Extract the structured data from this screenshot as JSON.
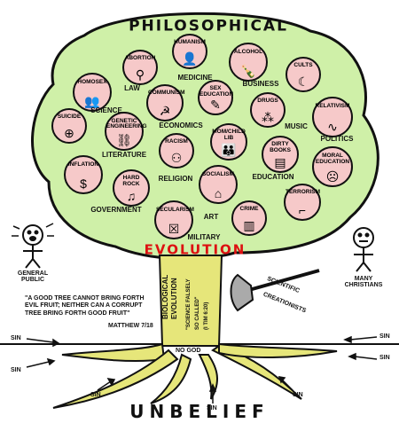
{
  "title": "PHILOSOPHICAL",
  "evolution": "EVOLUTION",
  "unbelief": "UNBELIEF",
  "fruits": [
    {
      "label": "HUMANISM",
      "icon": "humanism-icon",
      "glyph": "👤"
    },
    {
      "label": "ABORTION",
      "icon": "abortion-icon",
      "glyph": "⚲"
    },
    {
      "label": "ALCOHOL",
      "icon": "bottle-icon",
      "glyph": "🍾"
    },
    {
      "label": "CULTS",
      "icon": "moon-icon",
      "glyph": "☾"
    },
    {
      "label": "HOMOSEX",
      "icon": "two-people-icon",
      "glyph": "👥"
    },
    {
      "label": "COMMUNISM",
      "icon": "hammer-sickle-icon",
      "glyph": "☭"
    },
    {
      "label": "SEX EDUCATION",
      "icon": "syringe-icon",
      "glyph": "✎"
    },
    {
      "label": "DRUGS",
      "icon": "pills-icon",
      "glyph": "⁂"
    },
    {
      "label": "RELATIVISM",
      "icon": "wave-icon",
      "glyph": "∿"
    },
    {
      "label": "SUICIDE",
      "icon": "target-icon",
      "glyph": "⊕"
    },
    {
      "label": "GENETIC ENGINEERING",
      "icon": "chain-icon",
      "glyph": "⛓"
    },
    {
      "label": "MOM/CHILD LIB",
      "icon": "family-icon",
      "glyph": "👪"
    },
    {
      "label": "RACISM",
      "icon": "two-figures-icon",
      "glyph": "⚇"
    },
    {
      "label": "DIRTY BOOKS",
      "icon": "book-icon",
      "glyph": "▤"
    },
    {
      "label": "MORAL EDUCATION",
      "icon": "face-icon",
      "glyph": "☹"
    },
    {
      "label": "INFLATION",
      "icon": "dollar-icon",
      "glyph": "$"
    },
    {
      "label": "HARD ROCK",
      "icon": "guitar-icon",
      "glyph": "♫"
    },
    {
      "label": "SOCIALISM",
      "icon": "building-icon",
      "glyph": "⌂"
    },
    {
      "label": "TERRORISM",
      "icon": "gun-icon",
      "glyph": "⌐"
    },
    {
      "label": "SECULARISM",
      "icon": "crossed-box-icon",
      "glyph": "☒"
    },
    {
      "label": "CRIME",
      "icon": "jail-bars-icon",
      "glyph": "▥"
    }
  ],
  "categories": [
    "LAW",
    "MEDICINE",
    "BUSINESS",
    "SCIENCE",
    "ECONOMICS",
    "MUSIC",
    "POLITICS",
    "LITERATURE",
    "EDUCATION",
    "RELIGION",
    "GOVERNMENT",
    "ART",
    "MILITARY"
  ],
  "people": {
    "general": "GENERAL PUBLIC",
    "christians": "MANY CHRISTIANS"
  },
  "axe": {
    "label1": "SCIENTIFIC",
    "label2": "CREATIONISTS"
  },
  "trunk": {
    "line1": "BIOLOGICAL",
    "line2": "EVOLUTION",
    "line3": "\"SCIENCE FALSELY",
    "line4": "SO CALLED\"",
    "line5": "(I TIM 6:20)"
  },
  "verse": "\"A GOOD TREE CANNOT BRING FORTH EVIL FRUIT; NEITHER CAN A CORRUPT TREE BRING FORTH GOOD FRUIT\"",
  "verse_ref": "MATTHEW 7/18",
  "no_god": "NO GOD",
  "sin": "SIN",
  "colors": {
    "canopy": "#cff0a8",
    "fruit": "#f6c9c9",
    "trunk": "#e6e67a",
    "evolution": "#d11111"
  }
}
